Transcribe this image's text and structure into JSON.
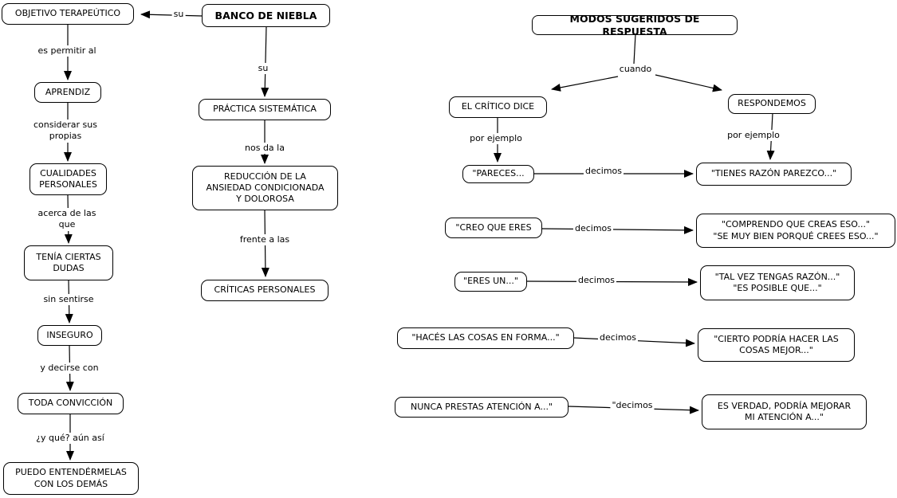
{
  "colors": {
    "background": "#ffffff",
    "node_fill": "#ffffff",
    "node_border": "#000000",
    "line": "#000000",
    "text": "#000000"
  },
  "left_map": {
    "root": "BANCO DE NIEBLA",
    "nodes": {
      "objetivo": "OBJETIVO TERAPEÚTICO",
      "aprendiz": "APRENDIZ",
      "cualidades": "CUALIDADES\nPERSONALES",
      "dudas": "TENÍA CIERTAS\nDUDAS",
      "inseguro": "INSEGURO",
      "conviccion": "TODA CONVICCIÓN",
      "entendermelas": "PUEDO ENTENDÉRMELAS\nCON LOS DEMÁS",
      "practica": "PRÁCTICA SISTEMÁTICA",
      "reduccion": "REDUCCIÓN DE LA\nANSIEDAD CONDICIONADA\nY DOLOROSA",
      "criticas": "CRÍTICAS PERSONALES"
    },
    "links": {
      "su_left": "su",
      "su_down": "su",
      "es_permitir": "es permitir al",
      "considerar": "considerar sus\npropias",
      "acerca": "acerca de las\nque",
      "sin_sentirse": "sin sentirse",
      "y_decirse": "y decirse con",
      "y_que": "¿y qué? aún así",
      "nos_da": "nos da la",
      "frente": "frente a las"
    }
  },
  "right_map": {
    "root": "MODOS SUGERIDOS DE RESPUESTA",
    "cuando": "cuando",
    "critico": "EL CRÍTICO DICE",
    "respondemos": "RESPONDEMOS",
    "por_ejemplo_left": "por ejemplo",
    "por_ejemplo_right": "por ejemplo",
    "rows": [
      {
        "dice": "\"PARECES...",
        "decimos": "decimos",
        "respuesta": "\"TIENES RAZÓN PAREZCO...\""
      },
      {
        "dice": "\"CREO QUE ERES",
        "decimos": "decimos",
        "respuesta": "\"COMPRENDO QUE CREAS ESO...\"\n\"SE MUY BIEN PORQUÉ CREES ESO...\""
      },
      {
        "dice": "\"ERES UN...\"",
        "decimos": "decimos",
        "respuesta": "\"TAL VEZ TENGAS RAZÓN...\"\n\"ES POSIBLE QUE...\""
      },
      {
        "dice": "\"HACÉS LAS COSAS EN FORMA...\"",
        "decimos": "decimos",
        "respuesta": "\"CIERTO PODRÍA HACER LAS\nCOSAS MEJOR...\""
      },
      {
        "dice": "NUNCA PRESTAS ATENCIÓN A...\"",
        "decimos": "\"decimos",
        "respuesta": "ES VERDAD, PODRÍA MEJORAR\nMI ATENCIÓN A...\""
      }
    ]
  }
}
